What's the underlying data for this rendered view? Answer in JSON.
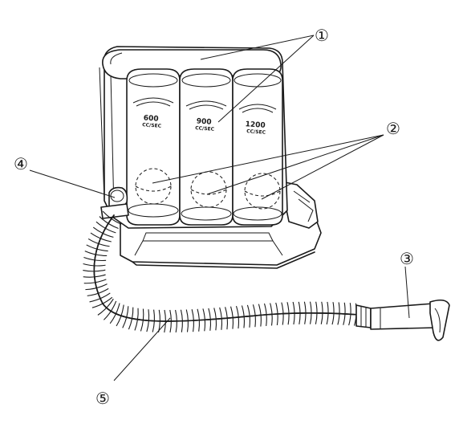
{
  "chambers": [
    {
      "value": "600",
      "unit": "CC/SEC"
    },
    {
      "value": "900",
      "unit": "CC/SEC"
    },
    {
      "value": "1200",
      "unit": "CC/SEC"
    }
  ],
  "callouts": [
    "①",
    "②",
    "③",
    "④",
    "⑤"
  ]
}
